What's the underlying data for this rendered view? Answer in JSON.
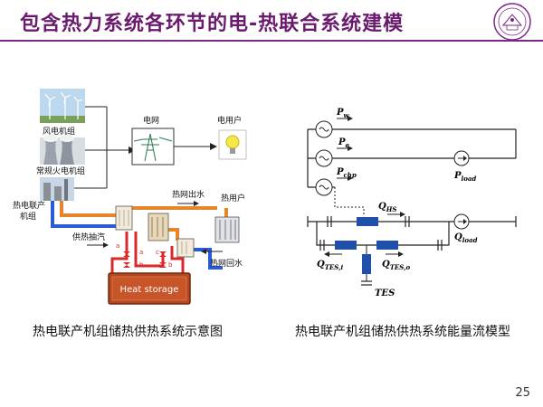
{
  "slide": {
    "title": "包含热力系统各环节的电-热联合系统建模",
    "page_number": "25"
  },
  "left_diagram": {
    "caption": "热电联产机组储热供热系统示意图",
    "labels": {
      "wind": "风电机组",
      "thermal": "常规火电机组",
      "chp": "热电联产\n机组",
      "grid": "电网",
      "elec_user": "电用户",
      "heat_net_out": "热网出水",
      "heat_user": "热用户",
      "steam": "供热抽汽",
      "heat_net_return": "热网回水",
      "heat_storage": "Heat storage",
      "valve_a1": "a",
      "valve_a2": "a",
      "valve_b1": "b",
      "valve_b2": "b",
      "valve_c": "c"
    }
  },
  "right_diagram": {
    "caption": "热电联产机组储热供热系统能量流模型",
    "labels": {
      "pw_main": "P",
      "pw_sub": "w",
      "pe_main": "P",
      "pe_sub": "e",
      "pchp_main": "P",
      "pchp_sub": "chp",
      "pload_main": "P",
      "pload_sub": "load",
      "qhs_main": "Q",
      "qhs_sub": "HS",
      "qload_main": "Q",
      "qload_sub": "load",
      "qtesi_main": "Q",
      "qtesi_sub": "TES,i",
      "qteso_main": "Q",
      "qteso_sub": "TES,o",
      "tes": "TES"
    }
  }
}
